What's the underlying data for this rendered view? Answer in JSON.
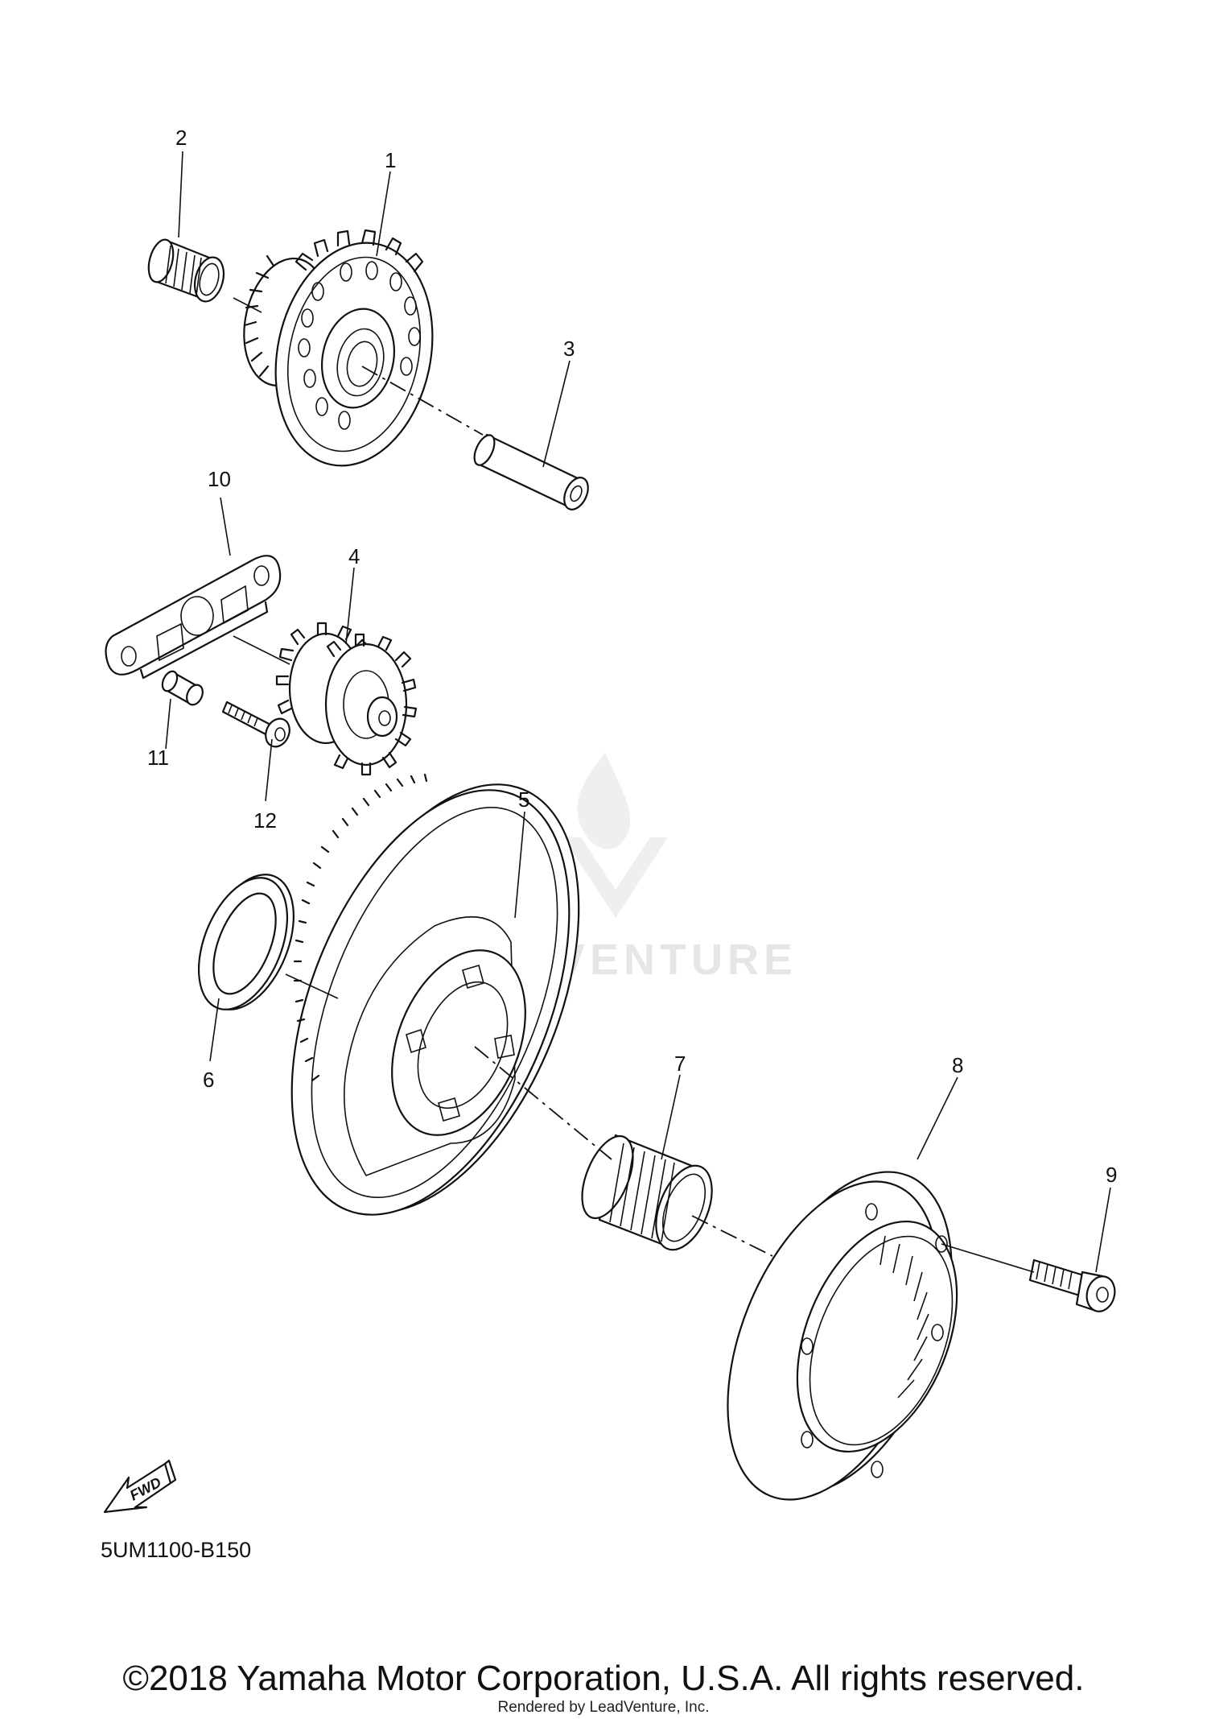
{
  "watermark": {
    "text": "LEADVENTURE"
  },
  "callouts": [
    "1",
    "2",
    "3",
    "4",
    "5",
    "6",
    "7",
    "8",
    "9",
    "10",
    "11",
    "12"
  ],
  "parts": [
    "idler-gear",
    "needle-bearing-small",
    "shaft",
    "idler-gear-double",
    "starter-wheel-gear",
    "washer",
    "needle-bearing-large",
    "starter-clutch-assy",
    "bolt-9",
    "plate",
    "collar",
    "bolt-12"
  ],
  "fwd_badge": {
    "label": "FWD"
  },
  "diagram_code": "5UM1100-B150",
  "footer": {
    "copyright": "©2018 Yamaha Motor Corporation, U.S.A. All rights reserved.",
    "rendered_by": "Rendered by LeadVenture, Inc."
  }
}
